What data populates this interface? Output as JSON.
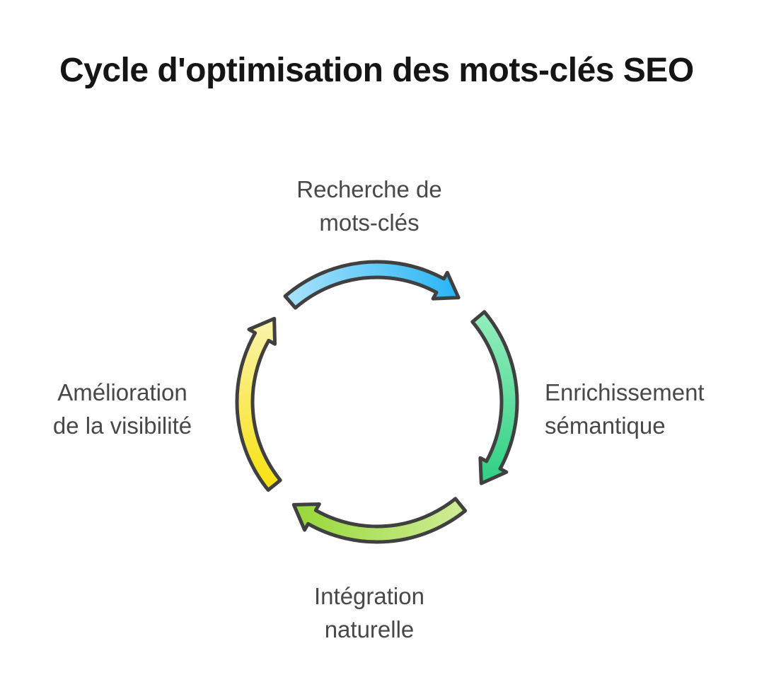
{
  "title": "Cycle d'optimisation des mots-clés SEO",
  "diagram": {
    "type": "cycle",
    "direction": "clockwise",
    "background": "#ffffff",
    "outline_color": "#404040",
    "title_color": "#151515",
    "label_color": "#484848",
    "steps": [
      {
        "id": "recherche",
        "position": "top",
        "label": "Recherche de mots-clés",
        "lines": [
          "Recherche de",
          "mots-clés"
        ]
      },
      {
        "id": "enrichissement",
        "position": "right",
        "label": "Enrichissement sémantique",
        "lines": [
          "Enrichissement",
          "sémantique"
        ]
      },
      {
        "id": "integration",
        "position": "bottom",
        "label": "Intégration naturelle",
        "lines": [
          "Intégration",
          "naturelle"
        ]
      },
      {
        "id": "amelioration",
        "position": "left",
        "label": "Amélioration de la visibilité",
        "lines": [
          "Amélioration",
          "de la visibilité"
        ]
      }
    ],
    "arrows": [
      {
        "name": "top-blue",
        "segment": "top",
        "color_start": "#a5e2fa",
        "color_end": "#28b4f5"
      },
      {
        "name": "right-green",
        "segment": "right",
        "color_start": "#93edbd",
        "color_end": "#2fd083"
      },
      {
        "name": "bottom-lime",
        "segment": "bottom",
        "color_start": "#cfec95",
        "color_end": "#96d838"
      },
      {
        "name": "left-yellow",
        "segment": "left",
        "color_start": "#f8e213",
        "color_end": "#fbf3ad"
      }
    ]
  }
}
